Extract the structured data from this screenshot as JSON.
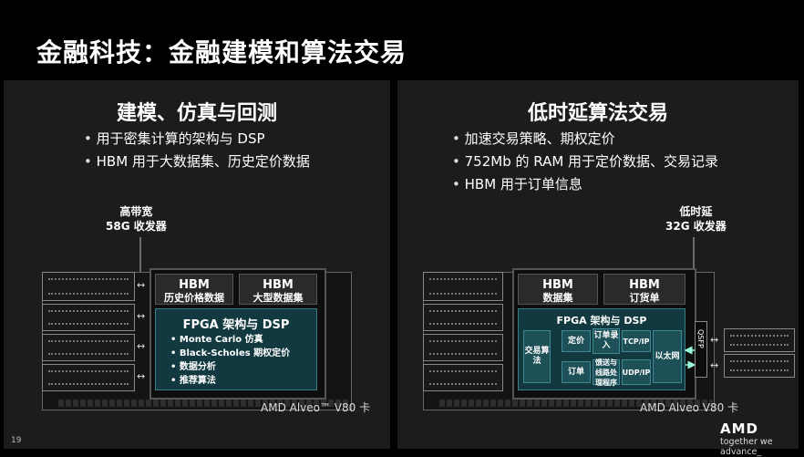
{
  "slide": {
    "title": "金融科技：金融建模和算法交易",
    "page_number": "19",
    "logo": "AMD",
    "tagline": "together we advance_"
  },
  "left": {
    "title": "建模、仿真与回测",
    "bullets": [
      "用于密集计算的架构与 DSP",
      "HBM 用于大数据集、历史定价数据"
    ],
    "callout_line1": "高带宽",
    "callout_line2": "58G 收发器",
    "hbm1_title": "HBM",
    "hbm1_sub": "历史价格数据",
    "hbm2_title": "HBM",
    "hbm2_sub": "大型数据集",
    "fpga_title": "FPGA 架构与 DSP",
    "fpga_items": [
      "Monte Carlo 仿真",
      "Black-Scholes 期权定价",
      "数据分析",
      "推荐算法"
    ],
    "card_label": "AMD Alveo™ V80 卡"
  },
  "right": {
    "title": "低时延算法交易",
    "bullets": [
      "加速交易策略、期权定价",
      "752Mb 的 RAM 用于定价数据、交易记录",
      "HBM 用于订单信息"
    ],
    "callout_line1": "低时延",
    "callout_line2": "32G 收发器",
    "hbm1_title": "HBM",
    "hbm1_sub": "数据集",
    "hbm2_title": "HBM",
    "hbm2_sub": "订货单",
    "fpga_title": "FPGA 架构与 DSP",
    "blocks": {
      "algo": "交易算法",
      "pricing": "定价",
      "order_entry": "订单录入",
      "tcpip": "TCP/IP",
      "ethernet": "以太网",
      "order": "订单",
      "feed": "馈送与线路处理程序",
      "udpip": "UDP/IP",
      "qsfp": "QSFP"
    },
    "card_label": "AMD Alveo V80 卡"
  }
}
